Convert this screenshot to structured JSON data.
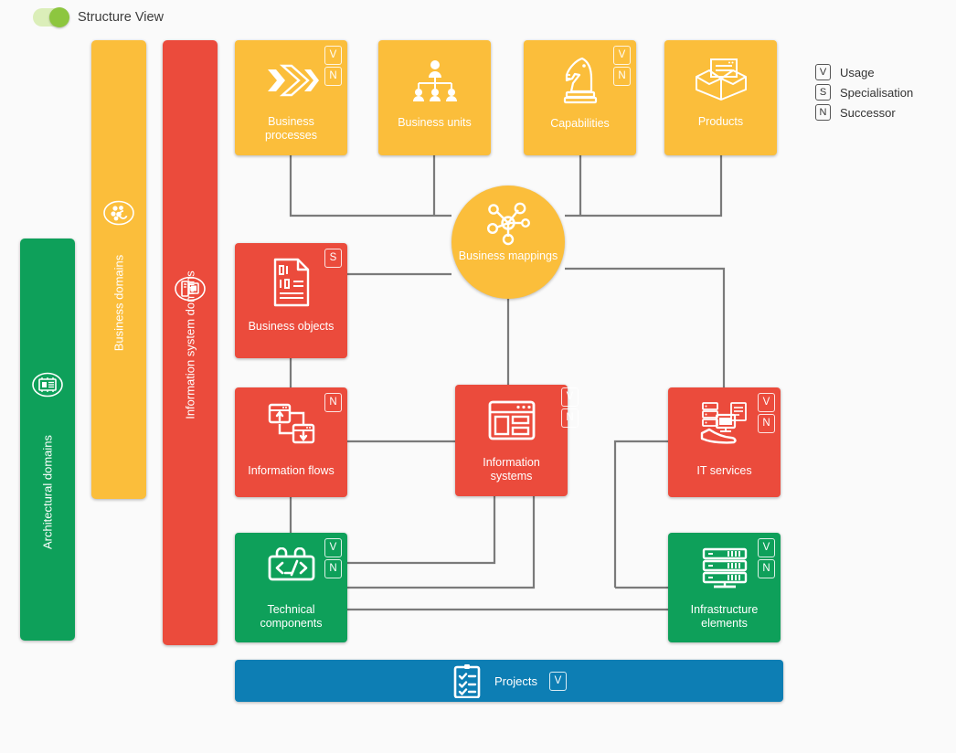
{
  "header": {
    "toggle_label": "Structure View",
    "toggle_state": "on",
    "toggle_color": "#8dc63f"
  },
  "legend": {
    "items": [
      {
        "badge": "V",
        "label": "Usage"
      },
      {
        "badge": "S",
        "label": "Specialisation"
      },
      {
        "badge": "N",
        "label": "Successor"
      }
    ]
  },
  "colors": {
    "yellow": "#fbbe3b",
    "red": "#eb4b3c",
    "green": "#0ea05a",
    "blue": "#0d7eb4",
    "wire": "#7a7a7a",
    "background": "#fafafa"
  },
  "lanes": [
    {
      "id": "architectural-domains",
      "label": "Architectural domains",
      "color": "#0ea05a",
      "icon": "chip-domain-icon"
    },
    {
      "id": "business-domains",
      "label": "Business domains",
      "color": "#fbbe3b",
      "icon": "cluster-domain-icon"
    },
    {
      "id": "information-system-domains",
      "label": "Information system domains",
      "color": "#eb4b3c",
      "icon": "system-domain-icon"
    }
  ],
  "nodes": [
    {
      "id": "business-processes",
      "label": "Business processes",
      "color": "#fbbe3b",
      "icon": "chevrons-icon",
      "badges": [
        "V",
        "N"
      ]
    },
    {
      "id": "business-units",
      "label": "Business units",
      "color": "#fbbe3b",
      "icon": "org-chart-icon",
      "badges": []
    },
    {
      "id": "capabilities",
      "label": "Capabilities",
      "color": "#fbbe3b",
      "icon": "chess-knight-icon",
      "badges": [
        "V",
        "N"
      ]
    },
    {
      "id": "products",
      "label": "Products",
      "color": "#fbbe3b",
      "icon": "open-box-icon",
      "badges": []
    },
    {
      "id": "business-objects",
      "label": "Business objects",
      "color": "#eb4b3c",
      "icon": "data-document-icon",
      "badges": [
        "S"
      ]
    },
    {
      "id": "information-flows",
      "label": "Information flows",
      "color": "#eb4b3c",
      "icon": "flow-windows-icon",
      "badges": [
        "N"
      ]
    },
    {
      "id": "information-systems",
      "label": "Information systems",
      "color": "#eb4b3c",
      "icon": "app-window-icon",
      "badges": [
        "V",
        "N"
      ]
    },
    {
      "id": "it-services",
      "label": "IT services",
      "color": "#eb4b3c",
      "icon": "it-support-hand-icon",
      "badges": [
        "V",
        "N"
      ]
    },
    {
      "id": "technical-components",
      "label": "Technical components",
      "color": "#0ea05a",
      "icon": "code-brick-icon",
      "badges": [
        "V",
        "N"
      ]
    },
    {
      "id": "infrastructure-elements",
      "label": "Infrastructure elements",
      "color": "#0ea05a",
      "icon": "server-rack-icon",
      "badges": [
        "V",
        "N"
      ]
    }
  ],
  "central": {
    "id": "business-mappings",
    "label": "Business mappings",
    "color": "#fbbe3b",
    "icon": "hub-network-icon"
  },
  "projects": {
    "label": "Projects",
    "color": "#0d7eb4",
    "icon": "clipboard-check-icon",
    "badge": "V"
  }
}
